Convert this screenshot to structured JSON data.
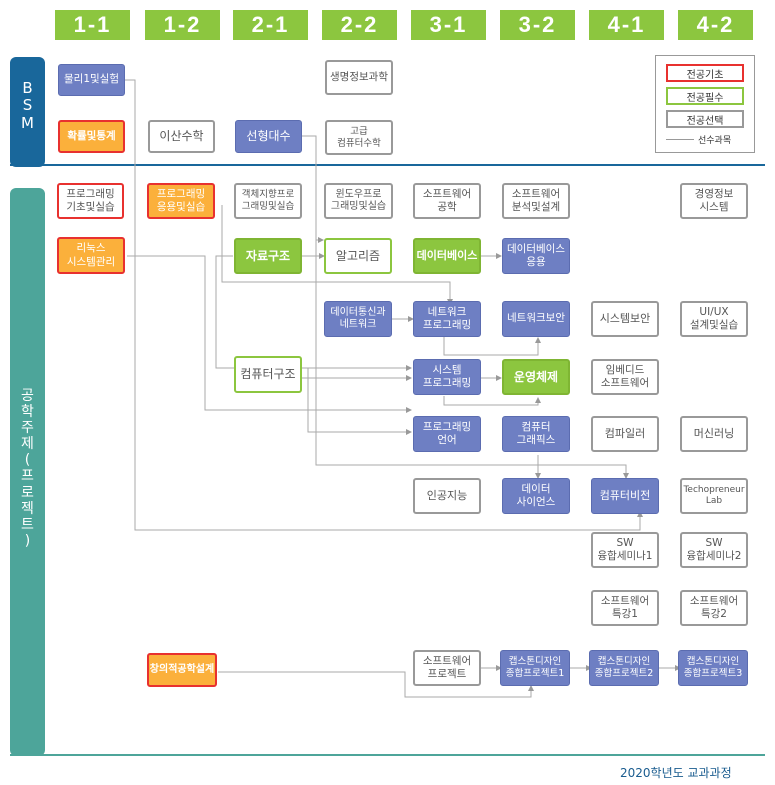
{
  "semesters": [
    "1-1",
    "1-2",
    "2-1",
    "2-2",
    "3-1",
    "3-2",
    "4-1",
    "4-2"
  ],
  "bands": {
    "bsm": "B\nS\nM",
    "eng": "공\n학\n주\n제\n(\n프\n로\n젝\n트\n)"
  },
  "legend": {
    "major_basic": "전공기초",
    "major_required": "전공필수",
    "major_elective": "전공선택",
    "prerequisite": "선수과목"
  },
  "courses": {
    "physics": "물리1및실험",
    "prob_stats": "확률및통계",
    "discrete_math": "이산수학",
    "linear_algebra": "선형대수",
    "bioinformatics": "생명정보과학",
    "adv_comp_math": "고급\n컴퓨터수학",
    "prog_basics": "프로그래밍\n기초및실습",
    "prog_applied": "프로그래밍\n응용및실습",
    "oop": "객체지향프로\n그래밍및실습",
    "windows_prog": "윈도우프로\n그래밍및실습",
    "sw_eng": "소프트웨어\n공학",
    "sw_analysis": "소프트웨어\n분석및설계",
    "mis": "경영정보\n시스템",
    "linux": "리눅스\n시스템관리",
    "data_structures": "자료구조",
    "algorithms": "알고리즘",
    "database": "데이터베이스",
    "db_applied": "데이터베이스\n응용",
    "data_comm": "데이터통신과\n네트워크",
    "net_prog": "네트워크\n프로그래밍",
    "net_security": "네트워크보안",
    "sys_security": "시스템보안",
    "uiux": "UI/UX\n설계및실습",
    "comp_arch": "컴퓨터구조",
    "sys_prog": "시스템\n프로그래밍",
    "os": "운영체제",
    "embedded": "임베디드\n소프트웨어",
    "prog_lang": "프로그래밍\n언어",
    "graphics": "컴퓨터\n그래픽스",
    "compiler": "컴파일러",
    "ml": "머신러닝",
    "ai": "인공지능",
    "data_science": "데이터\n사이언스",
    "vision": "컴퓨터비전",
    "techopreneur": "Techopreneur\nLab",
    "sw_seminar1": "SW\n융합세미나1",
    "sw_seminar2": "SW\n융합세미나2",
    "sw_special1": "소프트웨어\n특강1",
    "sw_special2": "소프트웨어\n특강2",
    "creative_design": "창의적공학설계",
    "sw_project": "소프트웨어\n프로젝트",
    "capstone1": "캡스톤디자인\n종합프로젝트1",
    "capstone2": "캡스톤디자인\n종합프로젝트2",
    "capstone3": "캡스톤디자인\n종합프로젝트3"
  },
  "caption": "2020학년도 교과과정",
  "colors": {
    "green": "#8cc63f",
    "navy": "#19679b",
    "teal": "#4da59a",
    "purple": "#6e7fc3",
    "orange": "#fbb03b",
    "red": "#e8312f"
  }
}
